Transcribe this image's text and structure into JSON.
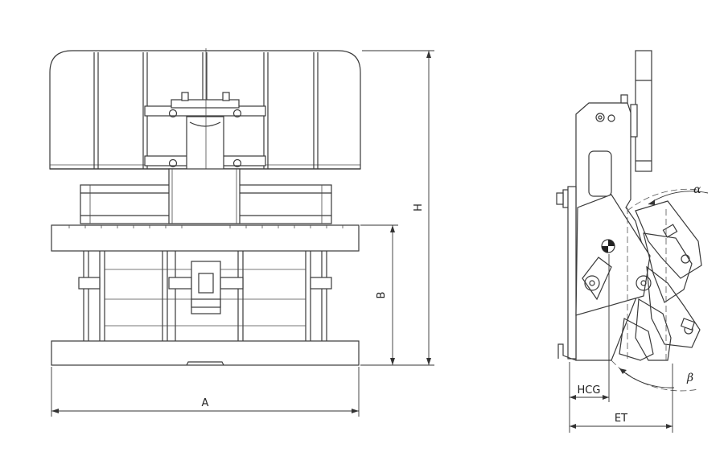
{
  "dimensions": {
    "A": "A",
    "B": "B",
    "H": "H",
    "HCG": "HCG",
    "ET": "ET",
    "alpha": "α",
    "beta": "β"
  },
  "colors": {
    "line": "#3a3a3a",
    "background": "#ffffff"
  }
}
